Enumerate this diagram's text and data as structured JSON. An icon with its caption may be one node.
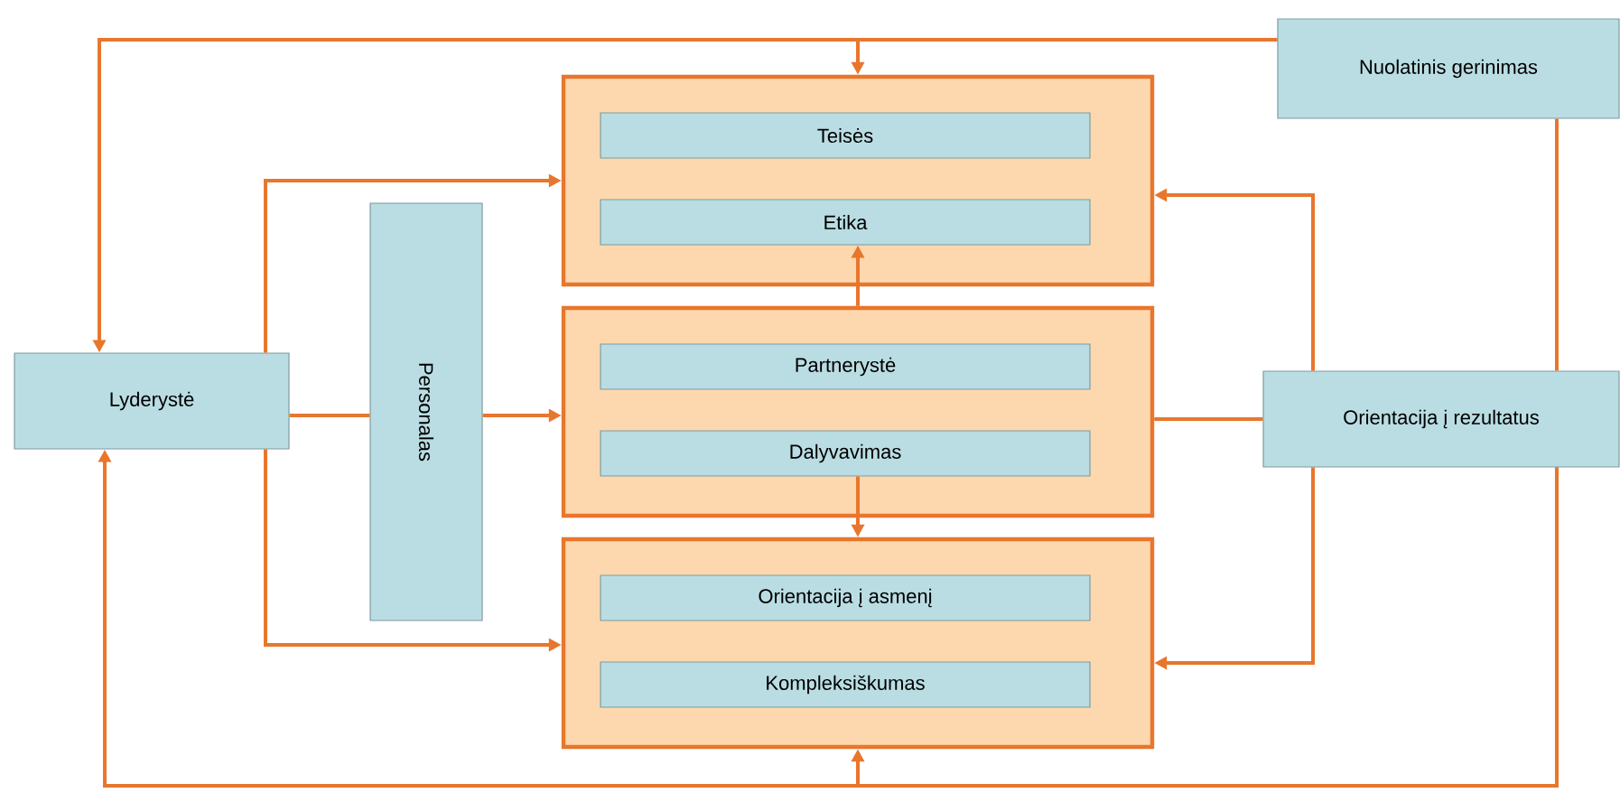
{
  "diagram": {
    "nodes": [
      {
        "text": [
          "Nuolatinis gerinimas"
        ]
      },
      {
        "text": [
          "Lyderystė"
        ]
      },
      {
        "text": [
          "Personalas"
        ]
      },
      {
        "text": [
          "Orientacija į rezultatus"
        ]
      },
      {
        "text": [],
        "shape": "box"
      },
      {
        "text": [
          "Teisės"
        ],
        "in": 4
      },
      {
        "text": [
          "Etika"
        ],
        "in": 4
      },
      {
        "text": [],
        "shape": "box"
      },
      {
        "text": [
          "Partnerystė"
        ],
        "in": 7
      },
      {
        "text": [
          "Dalyvavimas"
        ],
        "in": 7
      },
      {
        "text": [],
        "shape": "box"
      },
      {
        "text": [
          "Orientacija į asmenį"
        ],
        "in": 10
      },
      {
        "text": [
          "Kompleksiškumas"
        ],
        "in": 10
      }
    ],
    "edges": [
      {
        "from": 0,
        "to": 1,
        "arrow": "to"
      },
      {
        "from": 0,
        "to": 4,
        "arrow": "to"
      },
      {
        "from": 0,
        "to": 3,
        "arrow": "none"
      },
      {
        "from": 1,
        "to": 4,
        "arrow": "to"
      },
      {
        "from": 1,
        "to": 10,
        "arrow": "to"
      },
      {
        "from": 1,
        "to": 2,
        "arrow": "none"
      },
      {
        "from": 2,
        "to": 7,
        "arrow": "to"
      },
      {
        "from": 7,
        "to": 6,
        "arrow": "to"
      },
      {
        "from": 9,
        "to": 10,
        "arrow": "to"
      },
      {
        "from": 3,
        "to": 7,
        "arrow": "none"
      },
      {
        "from": 3,
        "to": 4,
        "arrow": "to"
      },
      {
        "from": 3,
        "to": 10,
        "arrow": "to"
      },
      {
        "from": 3,
        "to": 1,
        "arrow": "to"
      },
      {
        "from": 3,
        "to": 10,
        "arrow": "to"
      }
    ]
  }
}
